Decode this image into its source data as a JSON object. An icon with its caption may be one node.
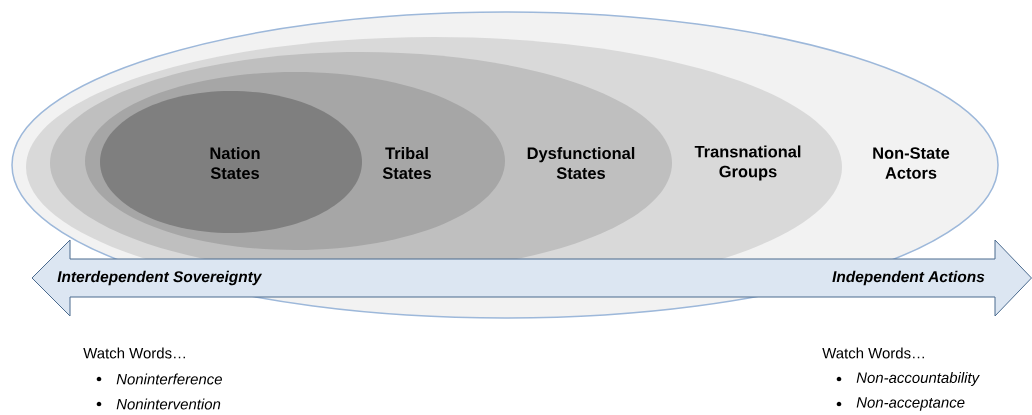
{
  "diagram": {
    "nodes": [
      {
        "text": [
          "Non-State Actors"
        ]
      },
      {
        "text": [
          "Transnational Groups"
        ],
        "in": 0
      },
      {
        "text": [
          "Dysfunctional States"
        ],
        "in": 1
      },
      {
        "text": [
          "Tribal States"
        ],
        "in": 2
      },
      {
        "text": [
          "Nation States"
        ],
        "in": 3
      }
    ],
    "edges": [],
    "labels": [
      "Interdependent Sovereignty",
      "Independent Actions",
      "Watch Words…",
      "Noninterference",
      "Nonintervention",
      "Watch Words…",
      "Non-accountability",
      "Non-acceptance"
    ]
  }
}
